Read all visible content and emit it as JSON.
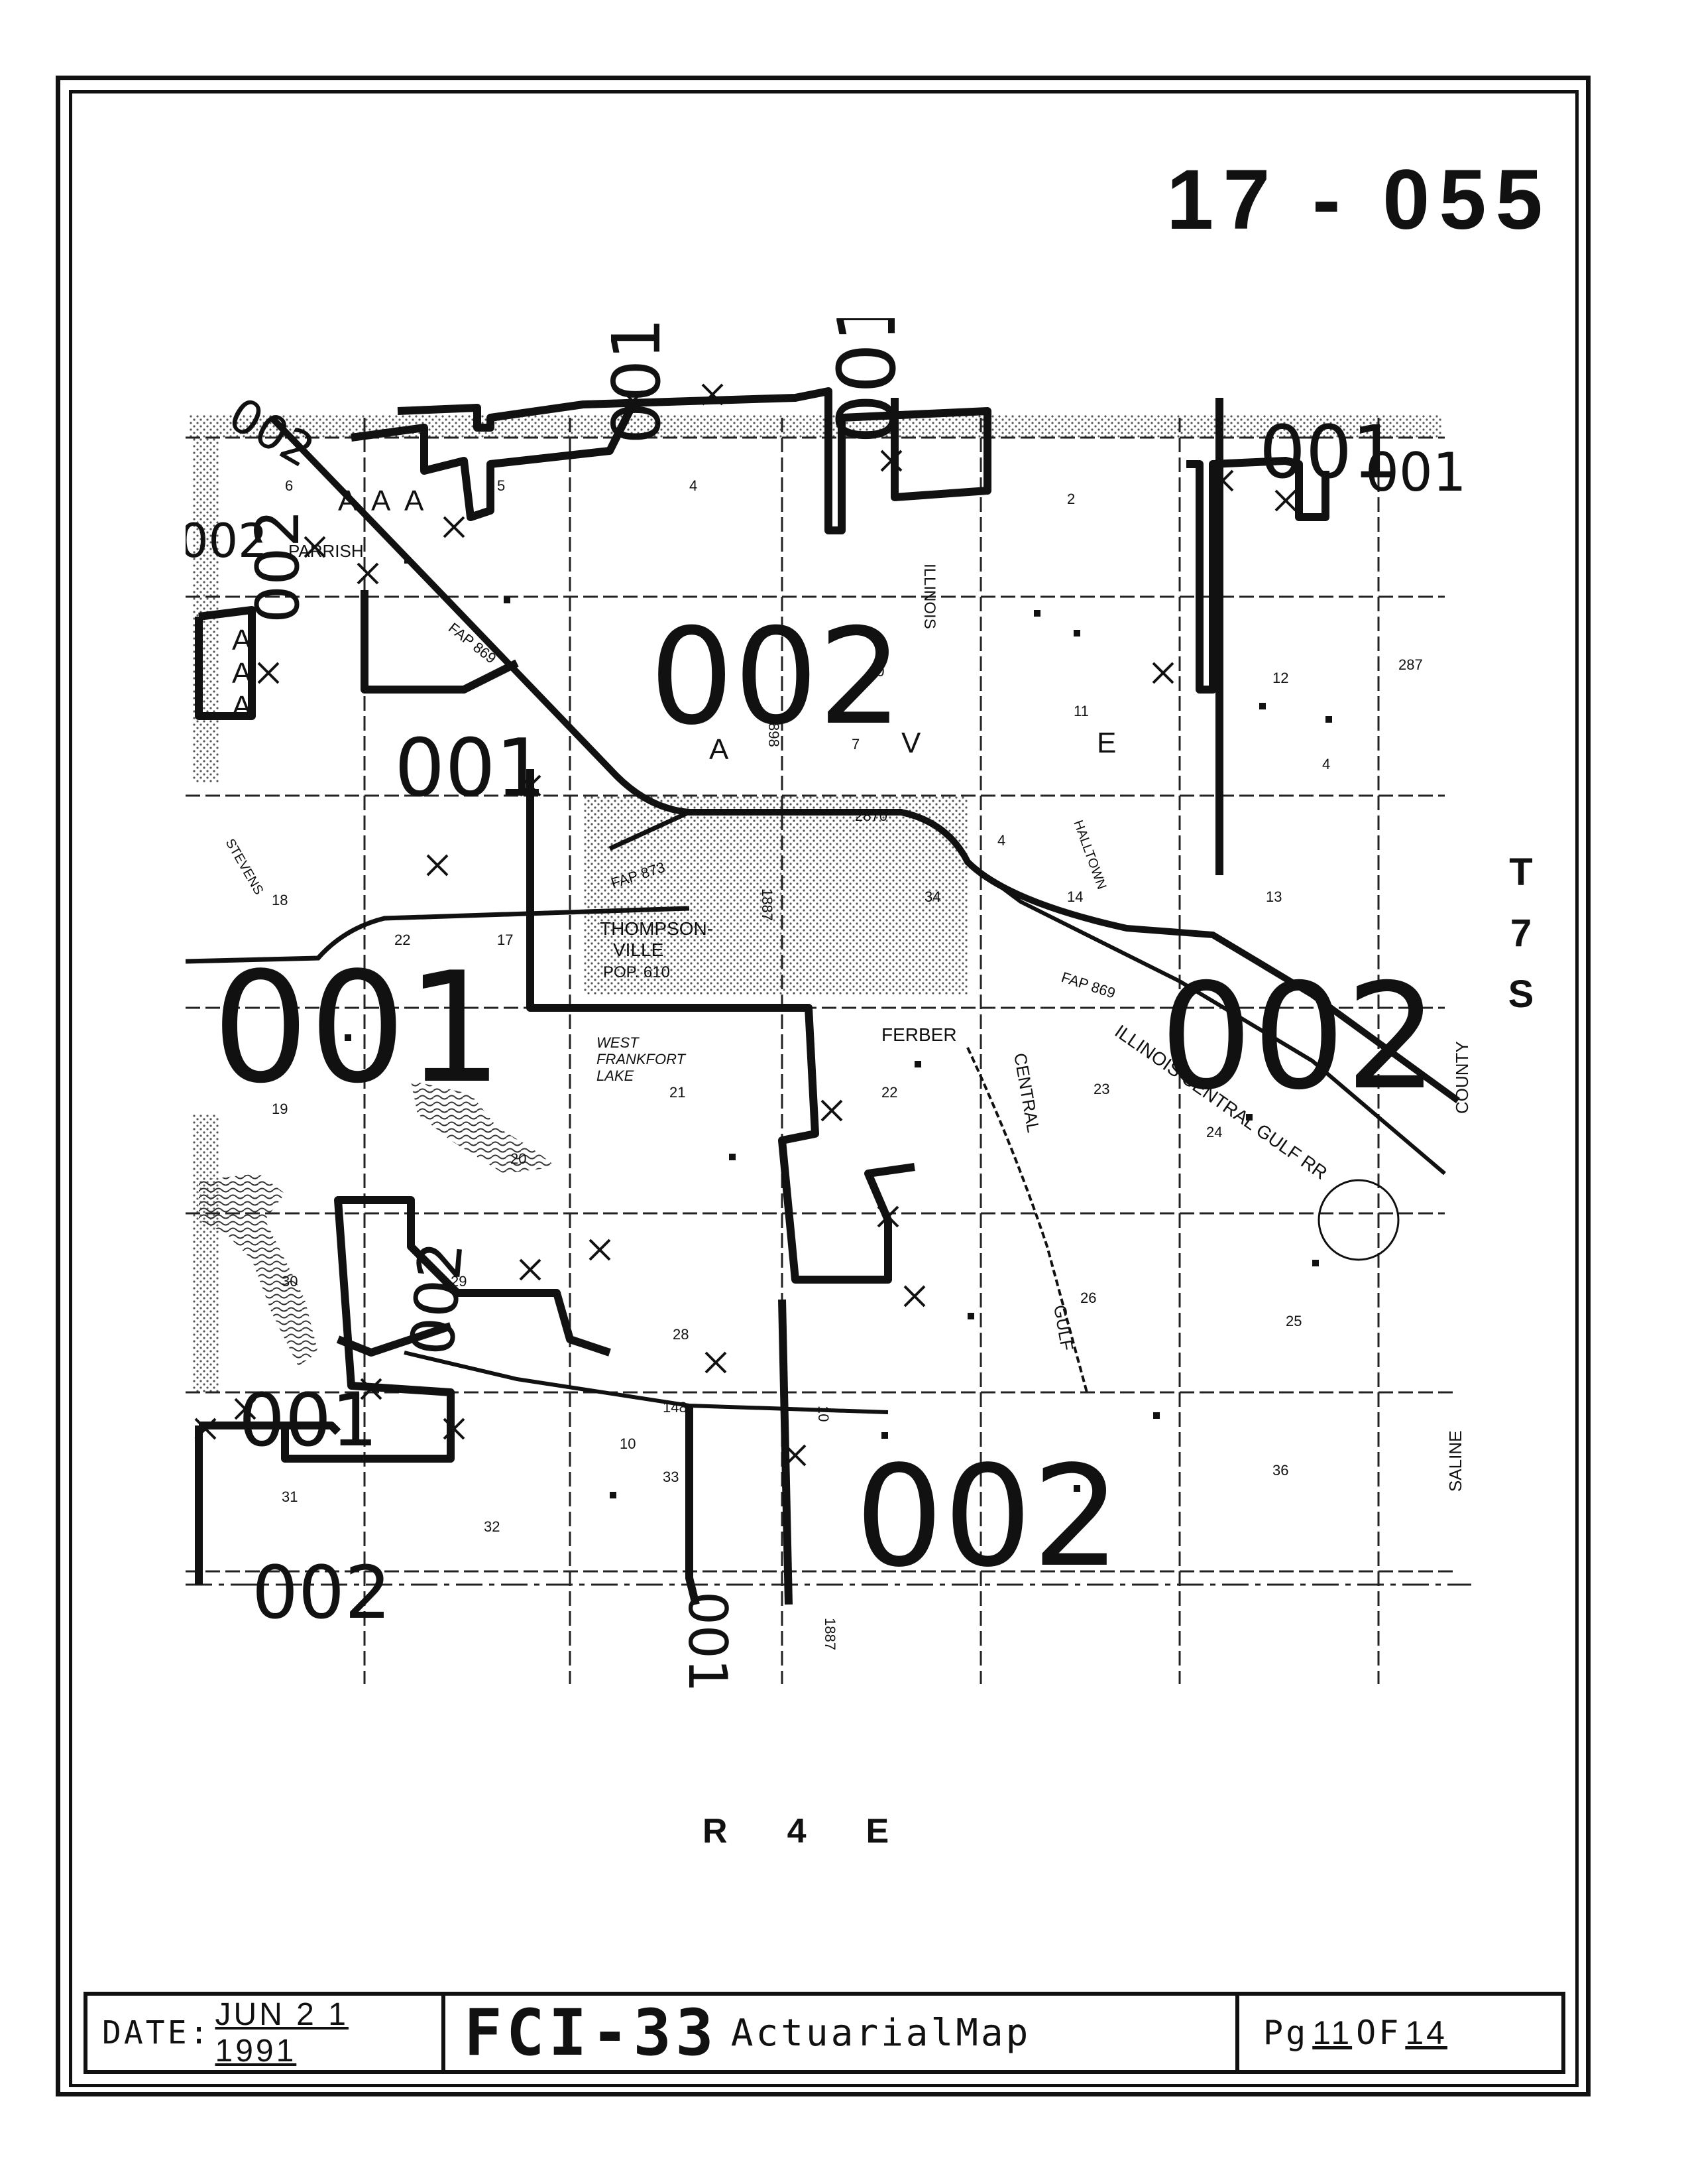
{
  "header": {
    "map_code": "17 - 055"
  },
  "township": {
    "lines": [
      "T",
      "7",
      "S"
    ]
  },
  "range": {
    "lines": [
      "R",
      "4",
      "E"
    ]
  },
  "map": {
    "territory_labels": [
      "001",
      "002",
      "001",
      "002",
      "001",
      "002",
      "002",
      "002",
      "001",
      "001",
      "001",
      "002",
      "002",
      "002",
      "001",
      "002",
      "001"
    ],
    "section_numbers": [
      "6",
      "5",
      "4",
      "2",
      "10",
      "11",
      "12",
      "18",
      "17",
      "14",
      "13",
      "19",
      "20",
      "21",
      "22",
      "23",
      "24",
      "30",
      "29",
      "28",
      "26",
      "25",
      "31",
      "32",
      "33",
      "36",
      "34",
      "22"
    ],
    "place_names": [
      "PARRISH",
      "THOMPSON-",
      "VILLE",
      "POP. 610",
      "WEST",
      "FRANKFORT",
      "LAKE",
      "FERBER",
      "STEVENS",
      "HALLTOWN"
    ],
    "road_labels": [
      "FAP 869",
      "FAP 873",
      "FAP 869",
      "2870",
      "1887",
      "1887",
      "898",
      "287",
      "4",
      "4",
      "7",
      "10",
      "10",
      "148"
    ],
    "feature_labels": [
      "ILLINOIS",
      "ILLINOIS CENTRAL GULF RR",
      "CENTRAL",
      "GULF",
      "SALINE",
      "COUNTY",
      "A",
      "V",
      "E",
      "A",
      "A",
      "A",
      "A",
      "A",
      "A"
    ]
  },
  "footer": {
    "date_label": "DATE:",
    "date_value": "JUN 2 1 1991",
    "form_number": "FCI-33",
    "form_title": "ActuarialMap",
    "page_label": "Pg",
    "page_number": "11",
    "of_label": "OF",
    "page_total": "14"
  }
}
